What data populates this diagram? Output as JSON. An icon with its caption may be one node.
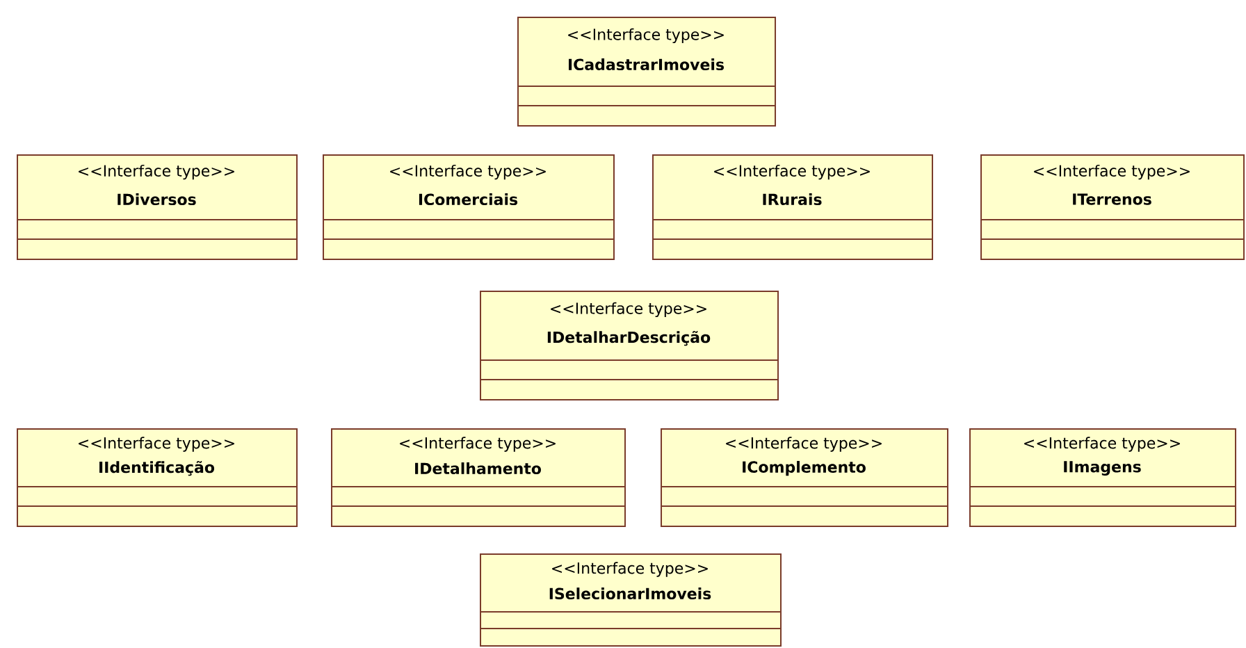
{
  "diagram": {
    "nodes": [
      {
        "text": [
          "<<Interface type>>",
          "ICadastrarImoveis"
        ]
      },
      {
        "text": [
          "<<Interface type>>",
          "IDiversos"
        ]
      },
      {
        "text": [
          "<<Interface type>>",
          "IComerciais"
        ]
      },
      {
        "text": [
          "<<Interface type>>",
          "IRurais"
        ]
      },
      {
        "text": [
          "<<Interface type>>",
          "ITerrenos"
        ]
      },
      {
        "text": [
          "<<Interface type>>",
          "IDetalharDescrição"
        ]
      },
      {
        "text": [
          "<<Interface type>>",
          "IIdentificação"
        ]
      },
      {
        "text": [
          "<<Interface type>>",
          "IDetalhamento"
        ]
      },
      {
        "text": [
          "<<Interface type>>",
          "IComplemento"
        ]
      },
      {
        "text": [
          "<<Interface type>>",
          "IImagens"
        ]
      },
      {
        "text": [
          "<<Interface type>>",
          "ISelecionarImoveis"
        ]
      }
    ]
  }
}
